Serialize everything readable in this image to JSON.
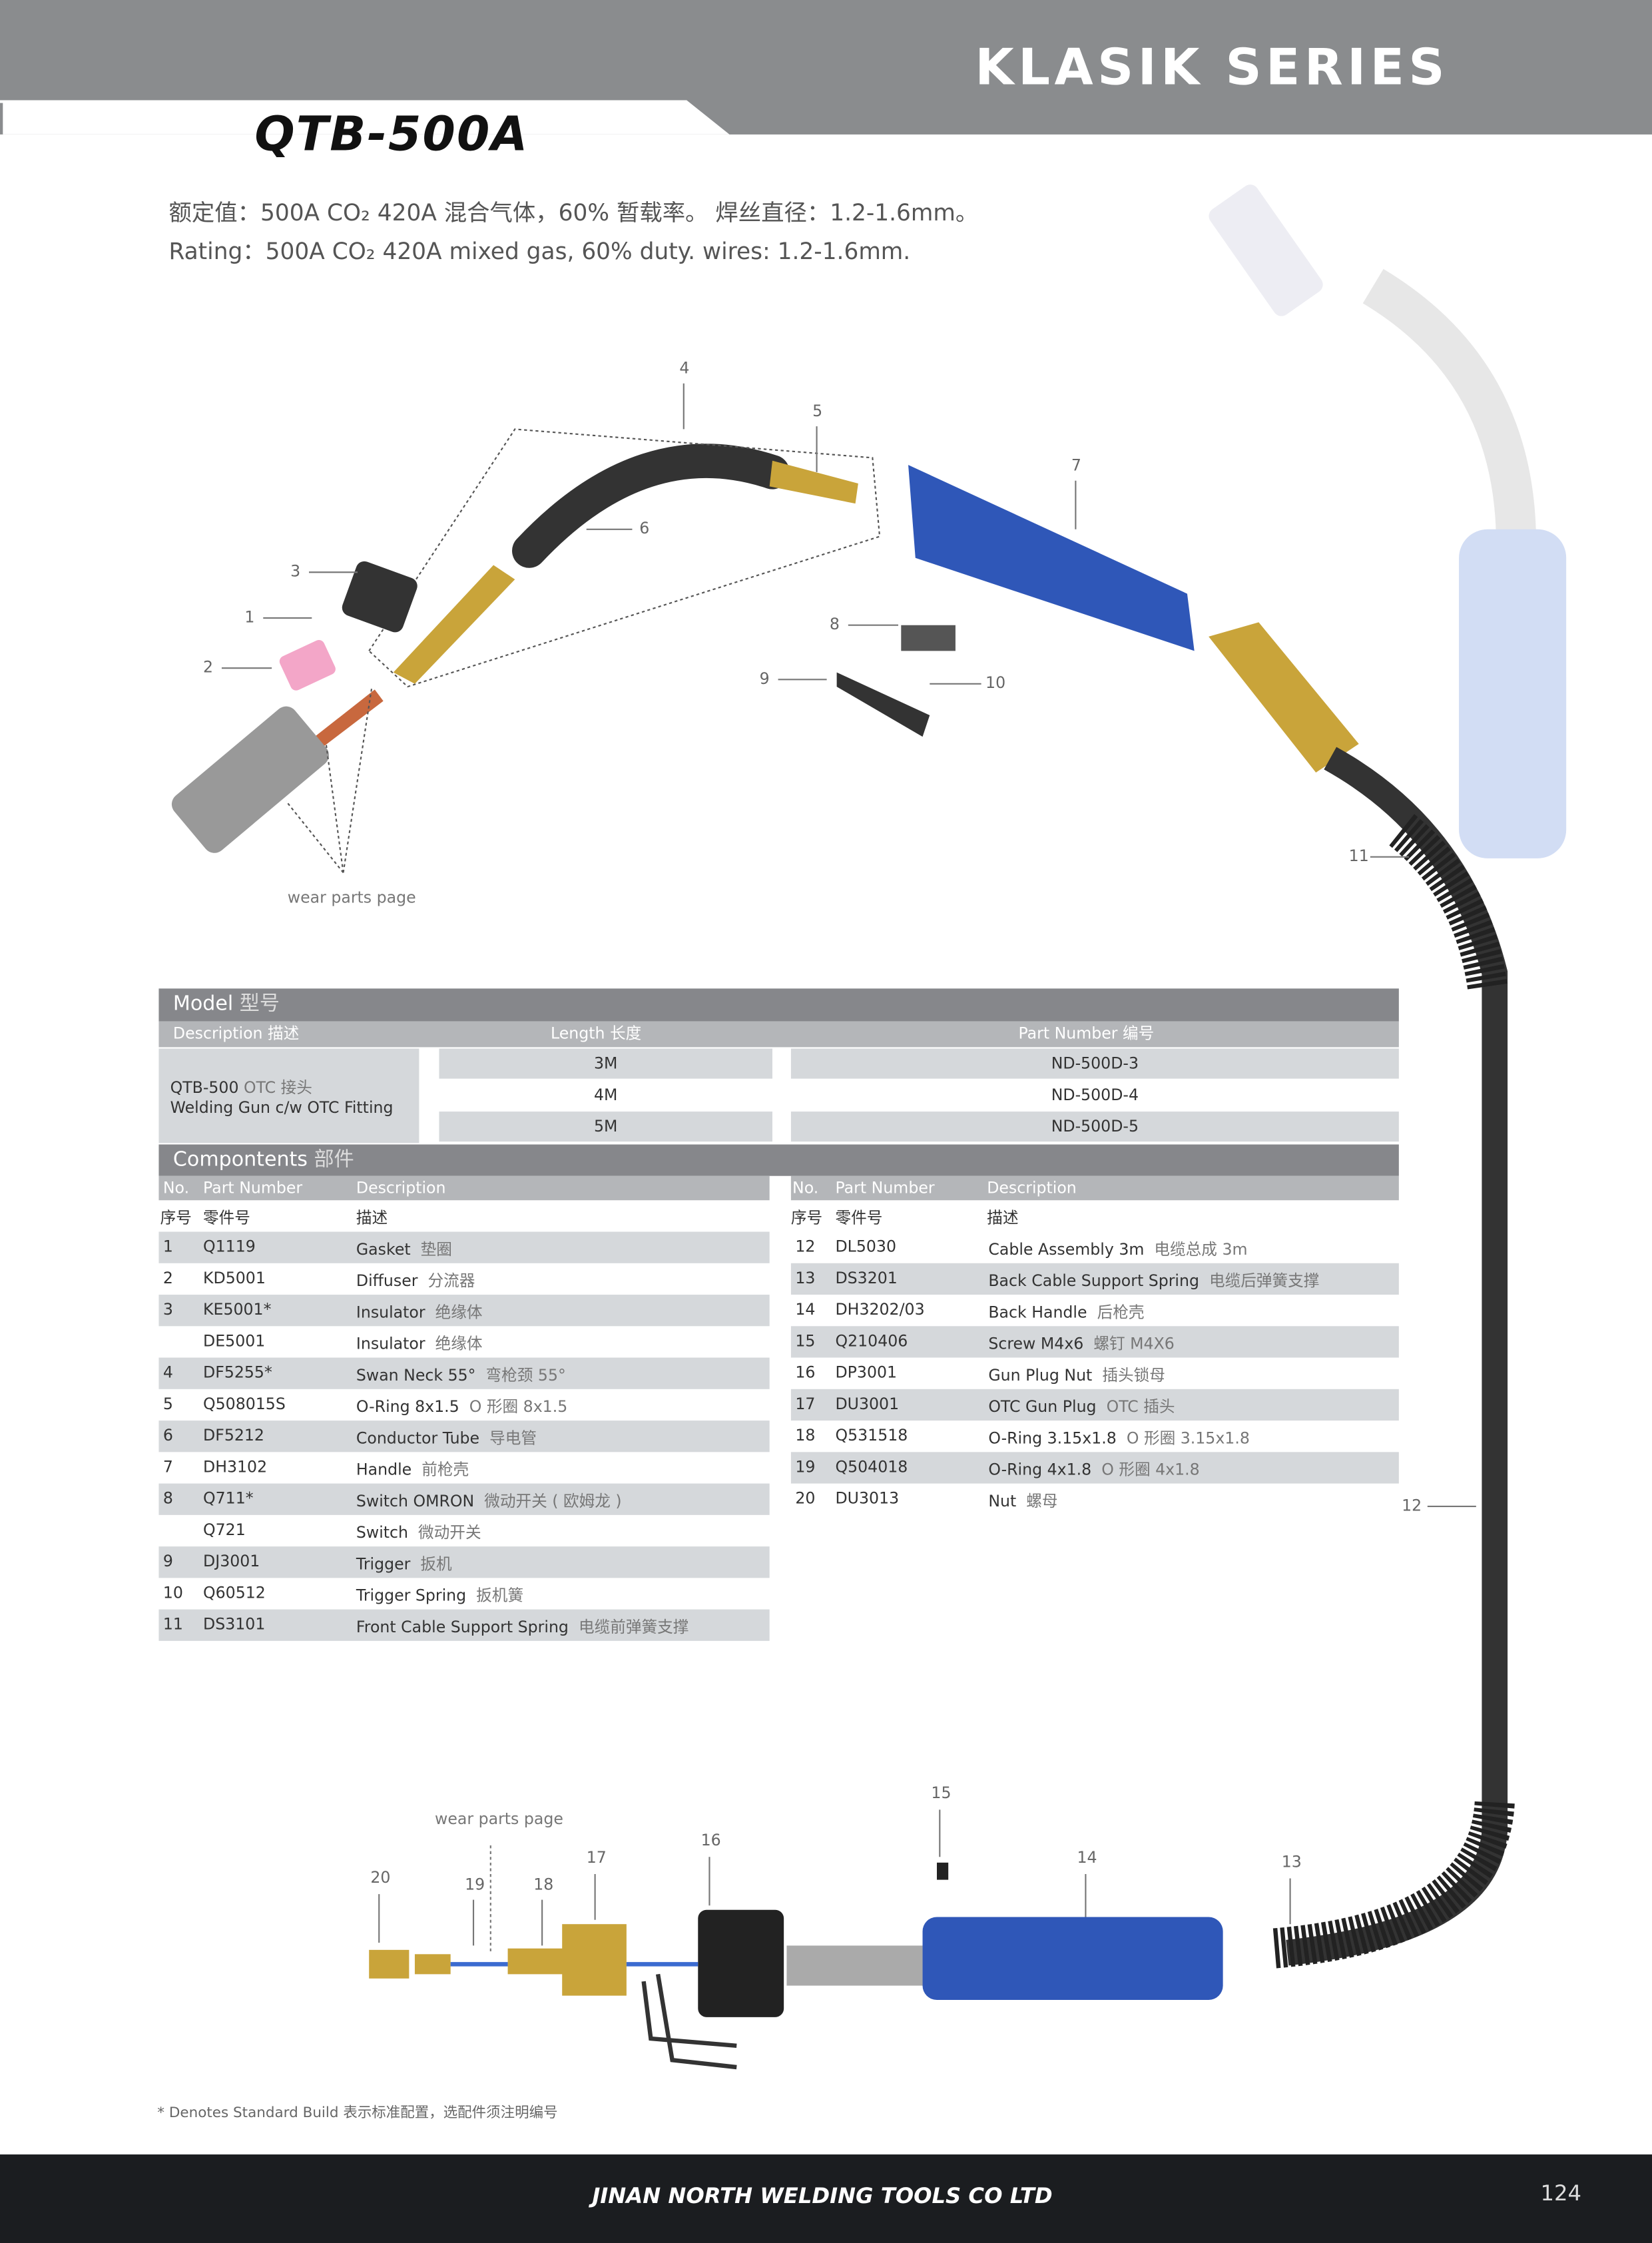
{
  "header": {
    "series": "KLASIK SERIES",
    "model": "QTB-500A"
  },
  "rating": {
    "zh": "额定值：500A CO₂ 420A 混合气体，60% 暂载率。 焊丝直径：1.2-1.6mm。",
    "en": "Rating：500A CO₂ 420A mixed gas, 60% duty. wires: 1.2-1.6mm."
  },
  "callouts": {
    "c1": "1",
    "c2": "2",
    "c3": "3",
    "c4": "4",
    "c5": "5",
    "c6": "6",
    "c7": "7",
    "c8": "8",
    "c9": "9",
    "c10": "10",
    "c11": "11",
    "c12": "12",
    "c13": "13",
    "c14": "14",
    "c15": "15",
    "c16": "16",
    "c17": "17",
    "c18": "18",
    "c19": "19",
    "c20": "20",
    "wear_top": "wear parts page",
    "wear_bottom": "wear parts page"
  },
  "model_table": {
    "title": "Model",
    "title_zh": "型号",
    "col_description": "Description 描述",
    "col_length": "Length 长度",
    "col_part": "Part Number 编号",
    "desc_line1": "QTB-500",
    "desc_line1_zh": "OTC 接头",
    "desc_line2": "Welding Gun c/w OTC Fitting",
    "rows": [
      {
        "length": "3M",
        "part": "ND-500D-3"
      },
      {
        "length": "4M",
        "part": "ND-500D-4"
      },
      {
        "length": "5M",
        "part": "ND-500D-5"
      }
    ]
  },
  "components": {
    "title": "Compontents",
    "title_zh": "部件",
    "col_no": "No.",
    "col_part": "Part Number",
    "col_desc": "Description",
    "col_no_zh": "序号",
    "col_part_zh": "零件号",
    "col_desc_zh": "描述",
    "left": [
      {
        "no": "1",
        "part": "Q1119",
        "desc": "Gasket",
        "zh": "垫圈"
      },
      {
        "no": "2",
        "part": "KD5001",
        "desc": "Diffuser",
        "zh": "分流器"
      },
      {
        "no": "3",
        "part": "KE5001*",
        "desc": "Insulator",
        "zh": "绝缘体"
      },
      {
        "no": "",
        "part": "DE5001",
        "desc": "Insulator",
        "zh": "绝缘体"
      },
      {
        "no": "4",
        "part": "DF5255*",
        "desc": "Swan Neck 55°",
        "zh": "弯枪颈 55°"
      },
      {
        "no": "5",
        "part": "Q508015S",
        "desc": "O-Ring 8x1.5",
        "zh": "O 形圈 8x1.5"
      },
      {
        "no": "6",
        "part": "DF5212",
        "desc": "Conductor Tube",
        "zh": "导电管"
      },
      {
        "no": "7",
        "part": "DH3102",
        "desc": "Handle",
        "zh": "前枪壳"
      },
      {
        "no": "8",
        "part": "Q711*",
        "desc": "Switch OMRON",
        "zh": "微动开关 ( 欧姆龙 )"
      },
      {
        "no": "",
        "part": "Q721",
        "desc": "Switch",
        "zh": "微动开关"
      },
      {
        "no": "9",
        "part": "DJ3001",
        "desc": "Trigger",
        "zh": "扳机"
      },
      {
        "no": "10",
        "part": "Q60512",
        "desc": "Trigger Spring",
        "zh": "扳机簧"
      },
      {
        "no": "11",
        "part": "DS3101",
        "desc": "Front Cable Support Spring",
        "zh": "电缆前弹簧支撑"
      }
    ],
    "right": [
      {
        "no": "12",
        "part": "DL5030",
        "desc": "Cable Assembly 3m",
        "zh": "电缆总成 3m"
      },
      {
        "no": "13",
        "part": "DS3201",
        "desc": "Back Cable Support Spring",
        "zh": "电缆后弹簧支撑"
      },
      {
        "no": "14",
        "part": "DH3202/03",
        "desc": "Back Handle",
        "zh": "后枪壳"
      },
      {
        "no": "15",
        "part": "Q210406",
        "desc": "Screw M4x6",
        "zh": "螺钉 M4X6"
      },
      {
        "no": "16",
        "part": "DP3001",
        "desc": "Gun Plug Nut",
        "zh": "插头锁母"
      },
      {
        "no": "17",
        "part": "DU3001",
        "desc": "OTC Gun Plug",
        "zh": "OTC 插头"
      },
      {
        "no": "18",
        "part": "Q531518",
        "desc": "O-Ring 3.15x1.8",
        "zh": "O 形圈 3.15x1.8"
      },
      {
        "no": "19",
        "part": "Q504018",
        "desc": "O-Ring 4x1.8",
        "zh": "O 形圈 4x1.8"
      },
      {
        "no": "20",
        "part": "DU3013",
        "desc": "Nut",
        "zh": "螺母"
      }
    ]
  },
  "footnote": "* Denotes Standard Build 表示标准配置，选配件须注明编号",
  "footer": {
    "company": "JINAN NORTH WELDING TOOLS CO LTD",
    "page": "124"
  },
  "colors": {
    "banner": "#8a8c8e",
    "header_dark": "#86878b",
    "header_light": "#b4b6b9",
    "shade": "#d5d8db",
    "handle_blue": "#2f57b8",
    "footer": "#1b1d20"
  }
}
